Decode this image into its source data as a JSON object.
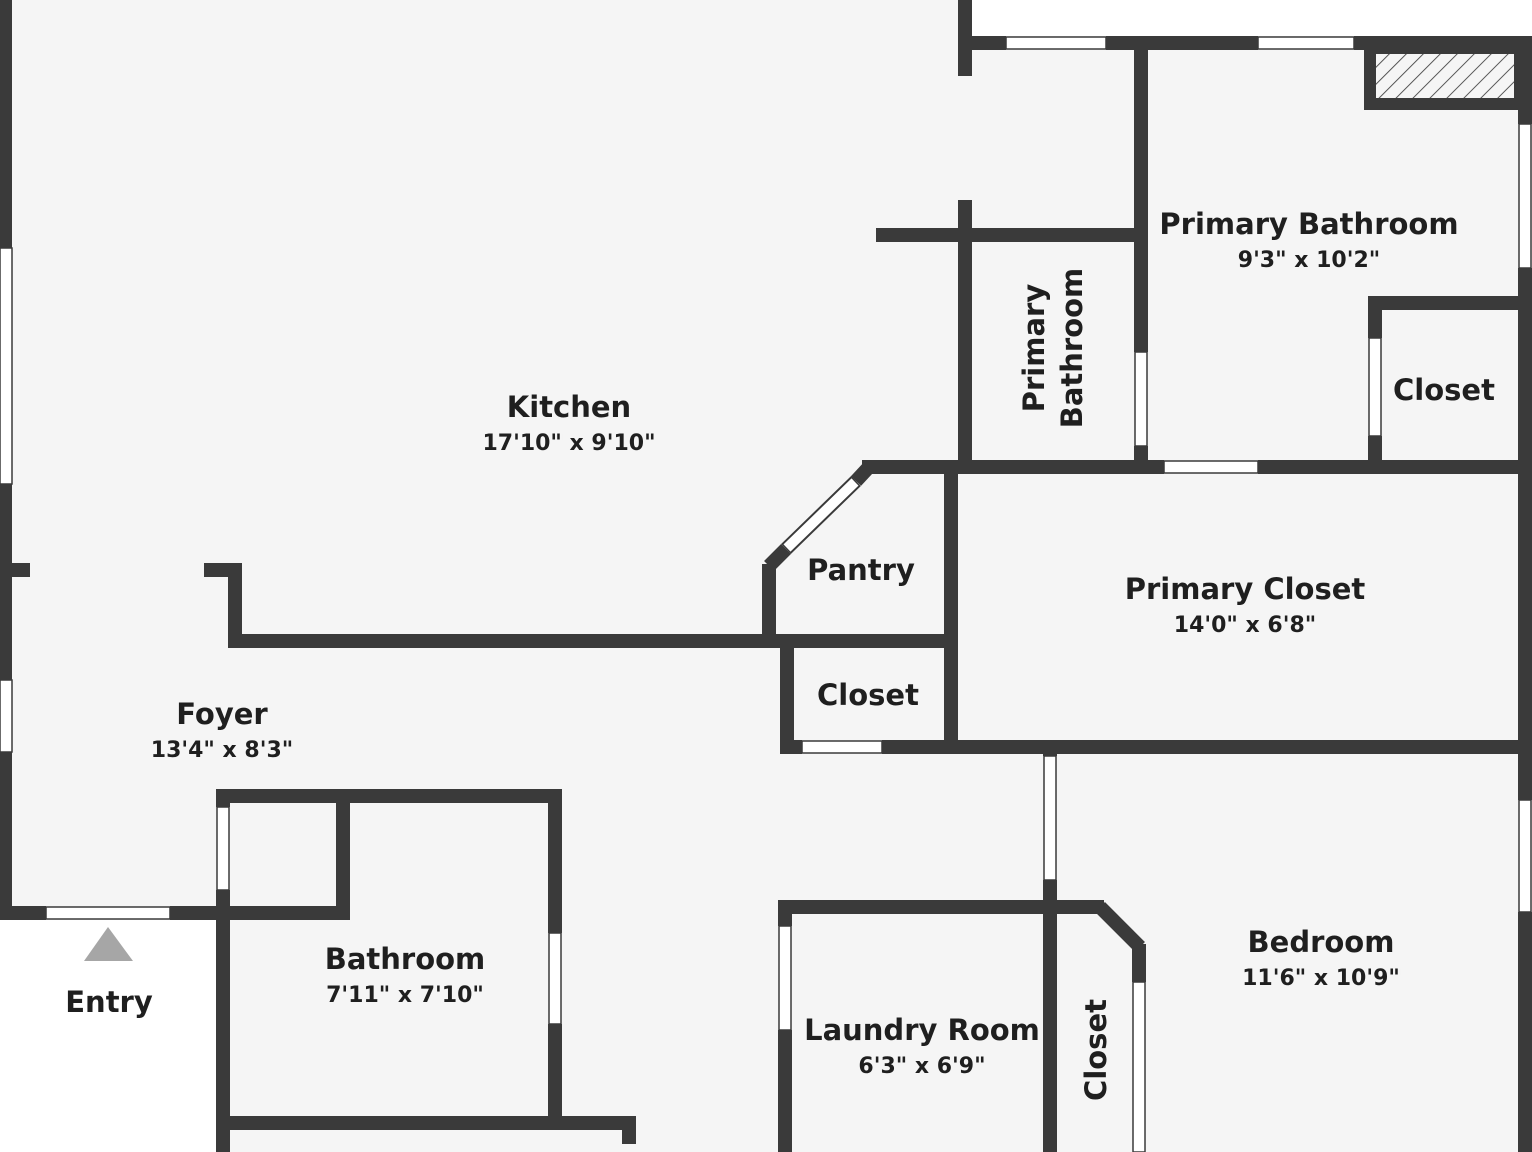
{
  "colors": {
    "floor": "#f5f5f5",
    "wall": "#3a3a3a",
    "window": "#ffffff",
    "entry_arrow": "#a6a6a6",
    "outside": "#ffffff"
  },
  "rooms": {
    "kitchen": {
      "name": "Kitchen",
      "size": "17'10\" x 9'10\""
    },
    "foyer": {
      "name": "Foyer",
      "size": "13'4\" x 8'3\""
    },
    "pantry": {
      "name": "Pantry"
    },
    "hall_closet": {
      "name": "Closet"
    },
    "primary_bathroom": {
      "name": "Primary Bathroom",
      "size": "9'3\" x 10'2\""
    },
    "primary_bathroom_wc": {
      "name_line1": "Primary",
      "name_line2": "Bathroom"
    },
    "primary_bath_closet": {
      "name": "Closet"
    },
    "primary_closet": {
      "name": "Primary Closet",
      "size": "14'0\" x 6'8\""
    },
    "bathroom": {
      "name": "Bathroom",
      "size": "7'11\" x 7'10\""
    },
    "laundry_room": {
      "name": "Laundry Room",
      "size": "6'3\" x 6'9\""
    },
    "laundry_closet": {
      "name": "Closet"
    },
    "bedroom": {
      "name": "Bedroom",
      "size": "11'6\" x 10'9\""
    }
  },
  "entry": {
    "label": "Entry"
  }
}
